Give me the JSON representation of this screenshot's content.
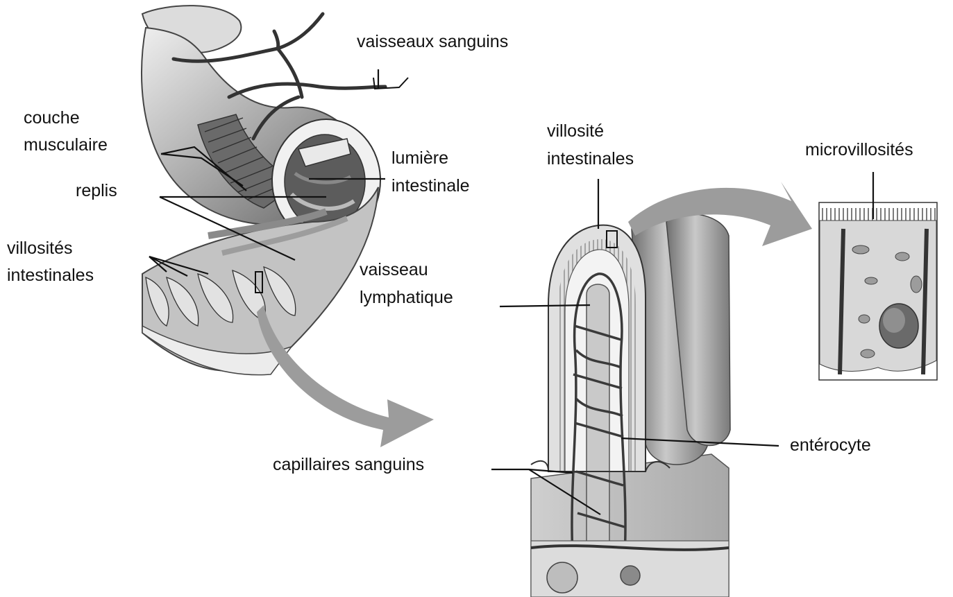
{
  "labels": {
    "vaisseaux_sanguins": "vaisseaux sanguins",
    "couche_musculaire_1": "couche",
    "couche_musculaire_2": "musculaire",
    "replis": "replis",
    "villosites_intestinales_1": "villosités",
    "villosites_intestinales_2": "intestinales",
    "lumiere_intestinale_1": "lumière",
    "lumiere_intestinale_2": "intestinale",
    "vaisseau_lymphatique_1": "vaisseau",
    "vaisseau_lymphatique_2": "lymphatique",
    "villosite_intestinales_1": "villosité",
    "villosite_intestinales_2": "intestinales",
    "microvillosites": "microvillosités",
    "enterocyte": "entérocyte",
    "capillaires_sanguins": "capillaires sanguins"
  },
  "colors": {
    "ink": "#111111",
    "tissue_dark": "#5a5a5a",
    "tissue_mid": "#9a9a9a",
    "tissue_light": "#d4d4d4",
    "arrow": "#9c9c9c",
    "vessel": "#3a3a3a"
  },
  "icons": [
    "intestine-illustration",
    "villus-illustration",
    "enterocyte-illustration",
    "magnify-arrow"
  ]
}
